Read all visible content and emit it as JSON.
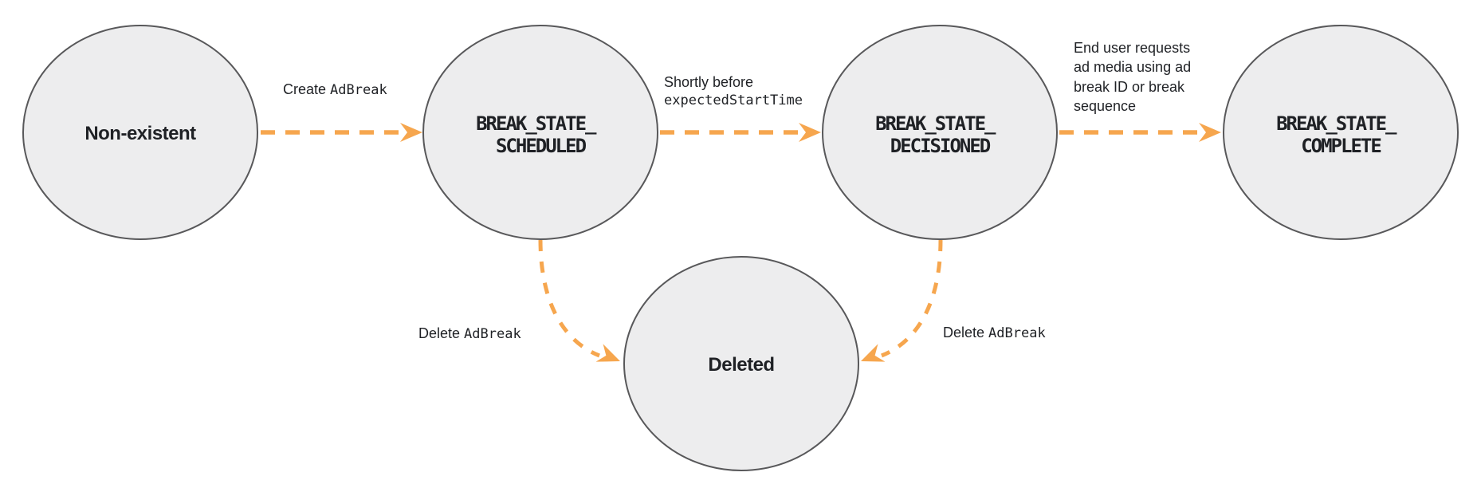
{
  "colors": {
    "accent": "#F6A64E",
    "node_fill": "#EDEDEE",
    "node_stroke": "#58585A",
    "ink": "#1F2125"
  },
  "states": {
    "nonexistent": {
      "name": "Non-existent"
    },
    "scheduled": {
      "name_line1": "BREAK_STATE_",
      "name_line2": "SCHEDULED"
    },
    "decisioned": {
      "name_line1": "BREAK_STATE_",
      "name_line2": "DECISIONED"
    },
    "complete": {
      "name_line1": "BREAK_STATE_",
      "name_line2": "COMPLETE"
    },
    "deleted": {
      "name": "Deleted"
    }
  },
  "edges": {
    "create": {
      "text_plain": "Create ",
      "text_code": "AdBreak"
    },
    "decision": {
      "line1": "Shortly before",
      "line2_code": "expectedStartTime"
    },
    "complete": {
      "lines": [
        "End user requests",
        "ad media using ad",
        "break ID or break",
        "sequence"
      ]
    },
    "delete_from_scheduled": {
      "text_plain": "Delete ",
      "text_code": "AdBreak"
    },
    "delete_from_decisioned": {
      "text_plain": "Delete ",
      "text_code": "AdBreak"
    }
  }
}
